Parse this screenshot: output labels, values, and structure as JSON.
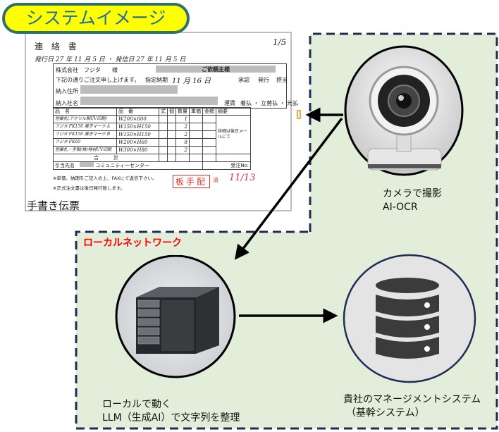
{
  "title": "システムイメージ",
  "slip": {
    "heading": "連 絡 書",
    "page": "1/5",
    "issue_line": "発行日 27 年 11 月 5 日 ・ 発信日 27 年 11 月 5 日",
    "to_company": "株式会社　フジタ　　様",
    "client": "ご依頼主様",
    "order_line": "下記の通りご注文申し上げます。",
    "due_label": "指定納期",
    "due_value": "11 月 16 日",
    "stamps": [
      "承認",
      "発行",
      "摂当"
    ],
    "delivery_place": "納入住所",
    "delivery_name": "納入社名",
    "shipping": "運賃",
    "shipping_options": "着払 ・ 立替払 ・ 元払",
    "columns": [
      "品　名",
      "品　番",
      "式",
      "個",
      "数量",
      "単価",
      "金額",
      "摘要"
    ],
    "rows": [
      {
        "name": "営業札(アクリル製UV印刷)",
        "code": "W200×600",
        "qty": "1"
      },
      {
        "name": "フジタ FK150 黒子マーク A",
        "code": "W150×H150",
        "qty": "2"
      },
      {
        "name": "フジタ FK150 黒子マーク B",
        "code": "W150×H150",
        "qty": "2"
      },
      {
        "name": "フジタ FK60",
        "code": "W200×H60",
        "qty": "8"
      },
      {
        "name": "営業札・手製(株)特材UV印刷",
        "code": "W300×H80",
        "qty": "2"
      }
    ],
    "total_label": "合　　　計",
    "note_bubble": "詳細は後日メールにて",
    "pickup": "引当先名",
    "pickup_value": "コミュニティーセンター",
    "received": "受注No.",
    "footer1": "※単価、納期をご記入の上、FAXにて返信下さい。",
    "footer2": "※正式注文書は後日発行致します。",
    "stamp": "板手配",
    "stamp_done": "済",
    "stamp_date": "11/13"
  },
  "doc_caption": "手書き伝票",
  "camera_label": [
    "カメラで撮影",
    "AI-OCR"
  ],
  "lan_label": "ローカルネットワーク",
  "llm_label": [
    "ローカルで動く",
    "LLM（生成AI）で文字列を整理"
  ],
  "system_label": [
    "貴社のマネージメントシステム",
    "（基幹システム）"
  ],
  "colors": {
    "region_fill": "#e2eed9",
    "region_border": "#1f2d55",
    "pill_fill": "#ffff00",
    "pill_border": "#2f7169",
    "title_text": "#1d6fa8",
    "lan_text": "#ff0000"
  }
}
